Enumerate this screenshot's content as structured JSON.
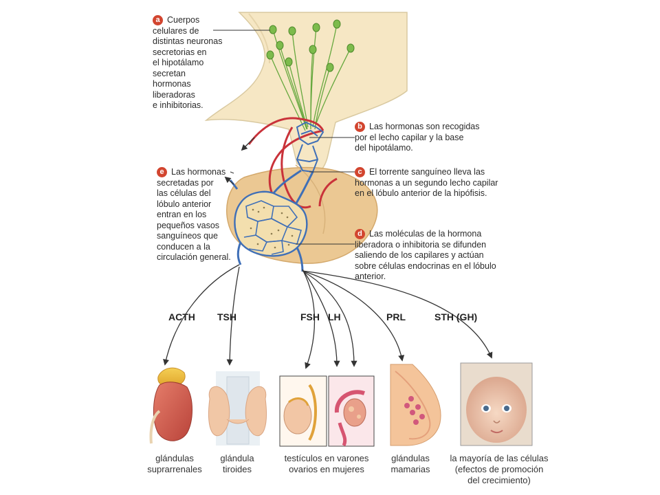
{
  "colors": {
    "hypothalamus": "#f6e7c4",
    "pituitary": "#e9c48d",
    "capillary": "#3f6fb7",
    "artery": "#c9323a",
    "neuron": "#66a83e",
    "badge": "#d2452f"
  },
  "notes": {
    "a": {
      "letter": "a",
      "lines": [
        "Cuerpos",
        "celulares de",
        "distintas neuronas",
        "secretorias en",
        "el hipotálamo",
        "secretan",
        "hormonas",
        "liberadoras",
        "e inhibitorias."
      ]
    },
    "b": {
      "letter": "b",
      "lines": [
        "Las hormonas son recogidas",
        "por el lecho capilar y la base",
        "del hipotálamo."
      ]
    },
    "c": {
      "letter": "c",
      "lines": [
        "El torrente sanguíneo lleva las",
        "hormonas a un segundo lecho capilar",
        "en el lóbulo anterior de la hipófisis."
      ]
    },
    "d": {
      "letter": "d",
      "lines": [
        "Las moléculas de la hormona",
        "liberadora o inhibitoria se difunden",
        "saliendo de los capilares y actúan",
        "sobre células endocrinas en el lóbulo",
        "anterior."
      ]
    },
    "e": {
      "letter": "e",
      "lines": [
        "Las hormonas",
        "secretadas por",
        "las células del",
        "lóbulo anterior",
        "entran en los",
        "pequeños vasos",
        "sanguíneos que",
        "conducen a la",
        "circulación general."
      ]
    }
  },
  "hormones": {
    "acth": "ACTH",
    "tsh": "TSH",
    "fsh": "FSH",
    "lh": "LH",
    "prl": "PRL",
    "sth": "STH (GH)"
  },
  "targets": {
    "adrenal": [
      "glándulas",
      "suprarrenales"
    ],
    "thyroid": [
      "glándula",
      "tiroides"
    ],
    "gonads": [
      "testículos en varones",
      "ovarios en mujeres"
    ],
    "mammary": [
      "glándulas",
      "mamarias"
    ],
    "cells": [
      "la mayoría de las células",
      "(efectos de promoción",
      "del crecimiento)"
    ]
  }
}
